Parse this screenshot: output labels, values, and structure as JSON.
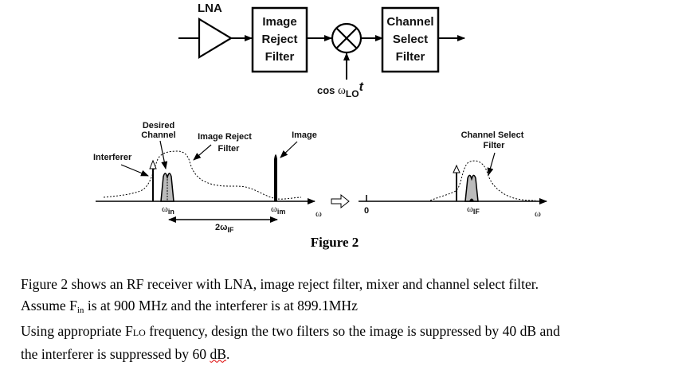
{
  "block_diagram": {
    "lna_label": "LNA",
    "image_reject_filter": [
      "Image",
      "Reject",
      "Filter"
    ],
    "channel_select_filter": [
      "Channel",
      "Select",
      "Filter"
    ],
    "lo_signal": {
      "prefix": "cos ",
      "omega": "ω",
      "sub": "LO",
      "suffix": "t"
    }
  },
  "rf_spectrum": {
    "desired_channel": [
      "Desired",
      "Channel"
    ],
    "image_reject_filter": [
      "Image Reject",
      "Filter"
    ],
    "image": "Image",
    "interferer": "Interferer",
    "omega_in": {
      "omega": "ω",
      "sub": "in"
    },
    "omega_im": {
      "omega": "ω",
      "sub": "im"
    },
    "two_omega_if": {
      "omega": "2ω",
      "sub": "IF"
    },
    "axis_label": "ω"
  },
  "if_spectrum": {
    "zero_label": "0",
    "channel_select_filter": [
      "Channel Select",
      "Filter"
    ],
    "omega_if": {
      "omega": "ω",
      "sub": "IF"
    },
    "axis_label": "ω"
  },
  "figure_caption": "Figure 2",
  "problem_text": {
    "line1": "Figure 2 shows an RF receiver with LNA, image reject filter, mixer and channel select filter.",
    "line2_a": "Assume F",
    "line2_sub": "in",
    "line2_b": " is at 900 MHz and the interferer is at 899.1MHz",
    "line3_a": "Using appropriate F",
    "line3_sub": "LO",
    "line3_b": " frequency, design the two filters so the image is suppressed by 40 dB and",
    "line4_a": "the interferer is suppressed by 60 ",
    "line4_b": "dB",
    "line4_c": "."
  }
}
